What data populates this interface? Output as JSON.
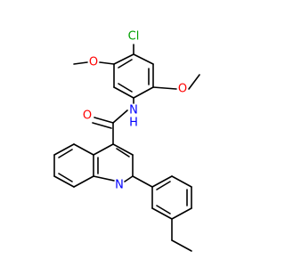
{
  "molecule": {
    "atoms": {
      "cl": "Cl",
      "o_methoxy_top": "O",
      "o_methoxy_right": "O",
      "n_amide": "N",
      "h_amide": "H",
      "o_carbonyl": "O",
      "n_ring": "N"
    },
    "colors": {
      "bond": "#000000",
      "carbon": "#000000",
      "oxygen": "#ff0000",
      "nitrogen": "#0000ff",
      "chlorine": "#00a000"
    }
  }
}
